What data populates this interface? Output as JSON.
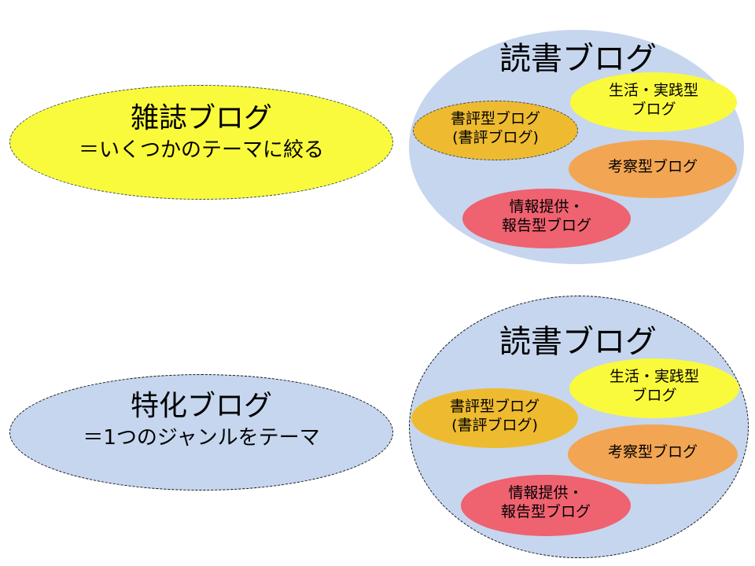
{
  "top": {
    "magazine": {
      "title": "雑誌ブログ",
      "sub": "＝いくつかのテーマに絞る"
    },
    "cluster": {
      "title": "読書ブログ",
      "items": {
        "review": {
          "line1": "書評型ブログ",
          "line2": "(書評ブログ)"
        },
        "life": {
          "line1": "生活・実践型",
          "line2": "ブログ"
        },
        "study": {
          "line1": "考察型ブログ"
        },
        "info": {
          "line1": "情報提供・",
          "line2": "報告型ブログ"
        }
      }
    }
  },
  "bottom": {
    "specialized": {
      "title": "特化ブログ",
      "sub": "＝1つのジャンルをテーマ"
    },
    "cluster": {
      "title": "読書ブログ",
      "items": {
        "review": {
          "line1": "書評型ブログ",
          "line2": "(書評ブログ)"
        },
        "life": {
          "line1": "生活・実践型",
          "line2": "ブログ"
        },
        "study": {
          "line1": "考察型ブログ"
        },
        "info": {
          "line1": "情報提供・",
          "line2": "報告型ブログ"
        }
      }
    }
  },
  "colors": {
    "blue_fill": "#c6d6ee",
    "yellow_fill": "#fafa3c",
    "gold_fill": "#eebb30",
    "orange_fill": "#f2a553",
    "red_fill": "#ef6270",
    "dashed_blue": "#2f4a82",
    "dashed_black": "#111111"
  }
}
